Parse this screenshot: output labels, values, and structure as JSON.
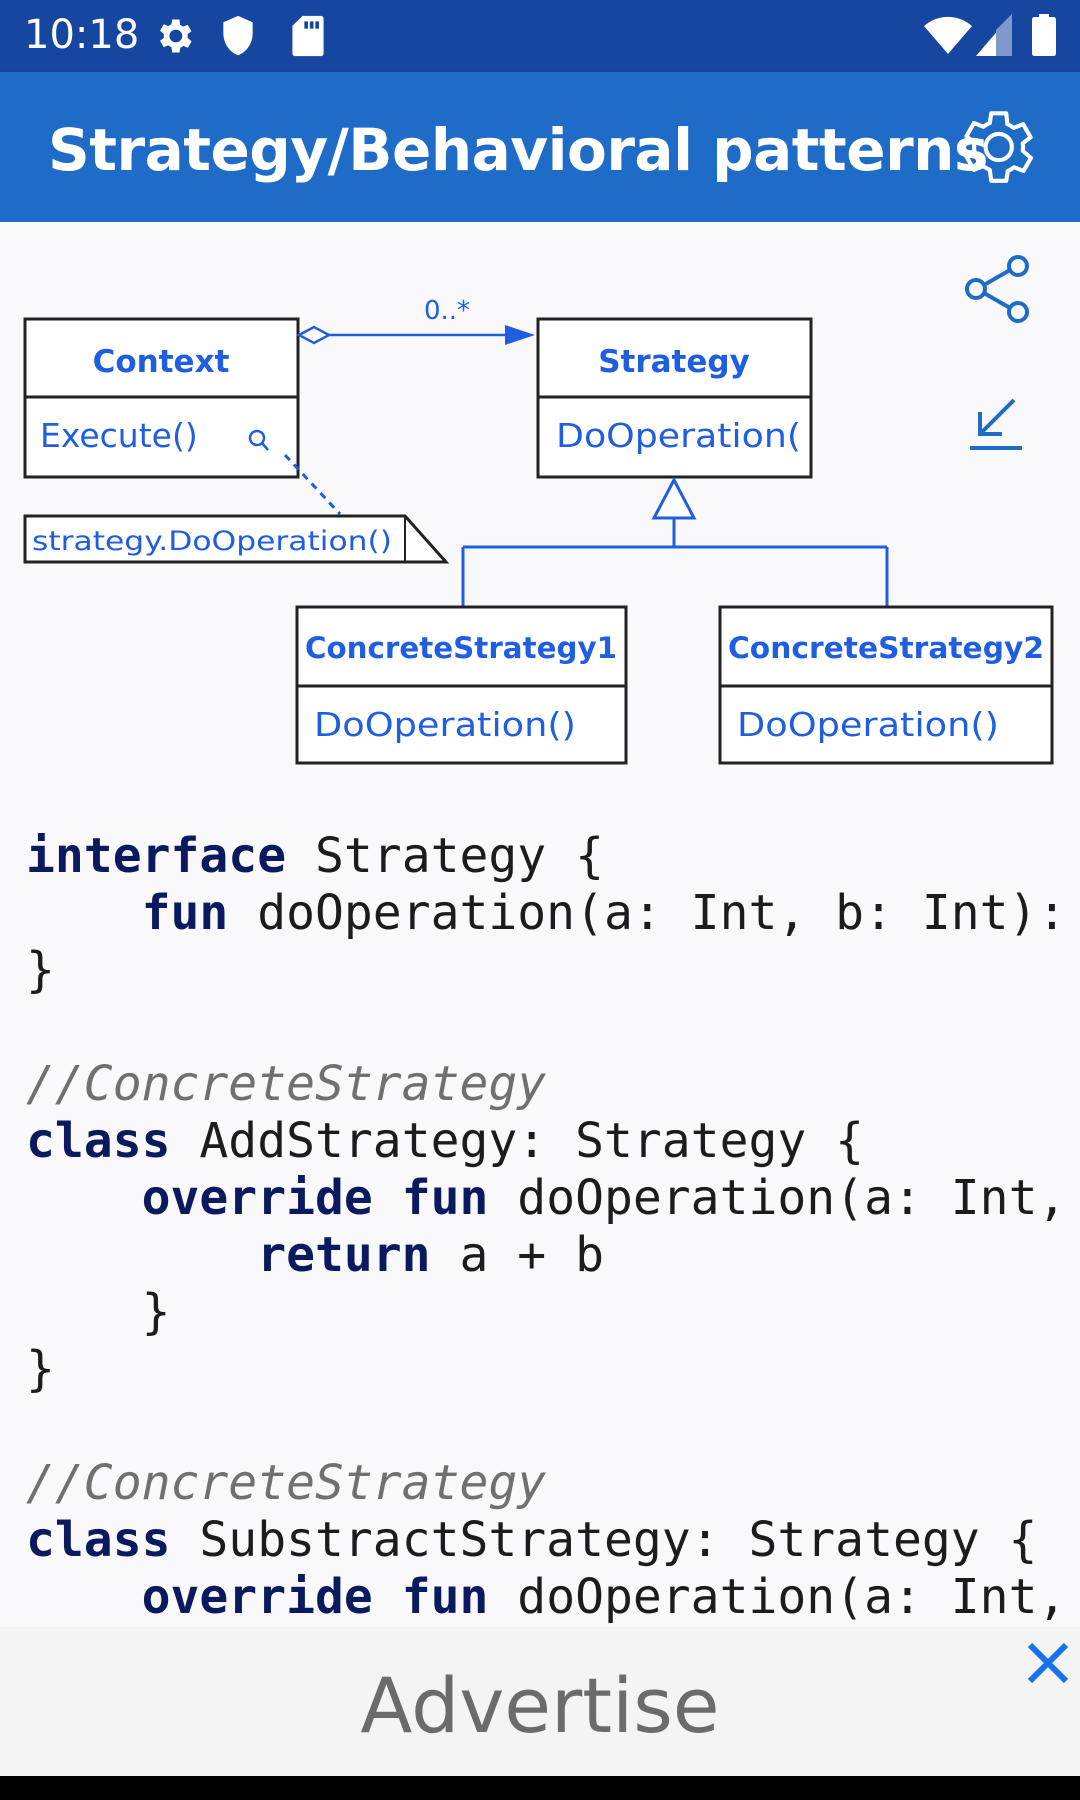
{
  "status_bar": {
    "time": "10:18",
    "icons": [
      "gear-icon",
      "shield-icon",
      "sd-card-icon",
      "wifi-icon",
      "signal-icon",
      "battery-icon"
    ]
  },
  "app_bar": {
    "title": "Strategy/Behavioral patterns",
    "settings_icon": "gear-icon",
    "color": "#1f6cc8"
  },
  "diagram": {
    "accent_color": "#1f5ee0",
    "context_label": "Context",
    "context_method": "Execute()",
    "strategy_label": "Strategy",
    "strategy_method": "DoOperation(",
    "multiplicity": "0..*",
    "note": "strategy.DoOperation()",
    "concrete1_label": "ConcreteStrategy1",
    "concrete1_method": "DoOperation()",
    "concrete2_label": "ConcreteStrategy2",
    "concrete2_method": "DoOperation()"
  },
  "actions": {
    "share_icon": "share-icon",
    "collapse_icon": "arrow-down-left-icon"
  },
  "code": {
    "l1_kw": "interface",
    "l1_rest": " Strategy {",
    "l2_indent": "    ",
    "l2_kw": "fun",
    "l2_rest": " doOperation(a: Int, b: Int):",
    "l3": "}",
    "l5_comment": "//ConcreteStrategy",
    "l6_kw": "class",
    "l6_rest": " AddStrategy: Strategy {",
    "l7_indent": "    ",
    "l7_kw1": "override",
    "l7_kw2": "fun",
    "l7_rest": " doOperation(a: Int,",
    "l8_indent": "        ",
    "l8_kw": "return",
    "l8_rest": " a + b",
    "l9": "    }",
    "l10": "}",
    "l12_comment": "//ConcreteStrategy",
    "l13_kw": "class",
    "l13_rest": " SubstractStrategy: Strategy {",
    "l14_indent": "    ",
    "l14_kw1": "override",
    "l14_kw2": "fun",
    "l14_rest": " doOperation(a: Int,"
  },
  "ad": {
    "text": "Advertise",
    "close_icon": "close-icon",
    "close_color": "#1a73e8"
  }
}
